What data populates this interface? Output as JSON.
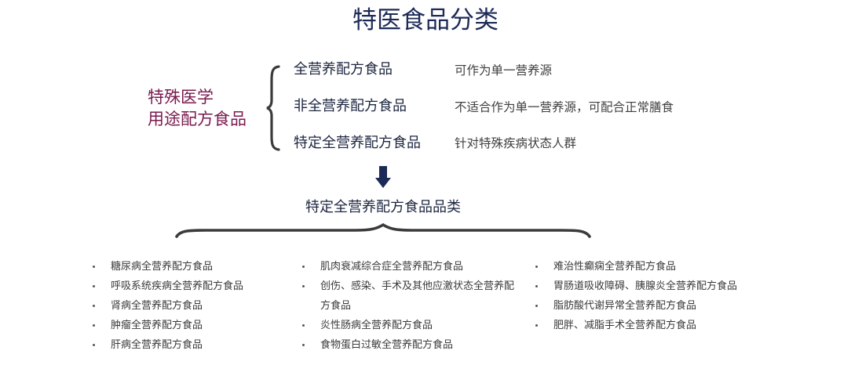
{
  "title": "特医食品分类",
  "root": {
    "label_line1": "特殊医学",
    "label_line2": "用途配方食品",
    "color": "#7a1a4e"
  },
  "categories": [
    {
      "name": "全营养配方食品",
      "desc": "可作为单一营养源"
    },
    {
      "name": "非全营养配方食品",
      "desc": "不适合作为单一营养源，可配合正常膳食"
    },
    {
      "name": "特定全营养配方食品",
      "desc": "针对特殊疾病状态人群"
    }
  ],
  "arrow": {
    "icon": "arrow-down-icon",
    "color": "#1c2a57"
  },
  "subcategory_title": "特定全营养配方食品品类",
  "subcategory_columns": [
    {
      "items": [
        "糖尿病全营养配方食品",
        "呼吸系统疾病全营养配方食品",
        "肾病全营养配方食品",
        "肿瘤全营养配方食品",
        "肝病全营养配方食品"
      ]
    },
    {
      "items": [
        "肌肉衰减综合症全营养配方食品",
        "创伤、感染、手术及其他应激状态全营养配方食品",
        "炎性肠病全营养配方食品",
        "食物蛋白过敏全营养配方食品"
      ]
    },
    {
      "items": [
        "难治性癫痫全营养配方食品",
        "胃肠道吸收障碍、胰腺炎全营养配方食品",
        "脂肪酸代谢异常全营养配方食品",
        "肥胖、减脂手术全营养配方食品"
      ]
    }
  ]
}
